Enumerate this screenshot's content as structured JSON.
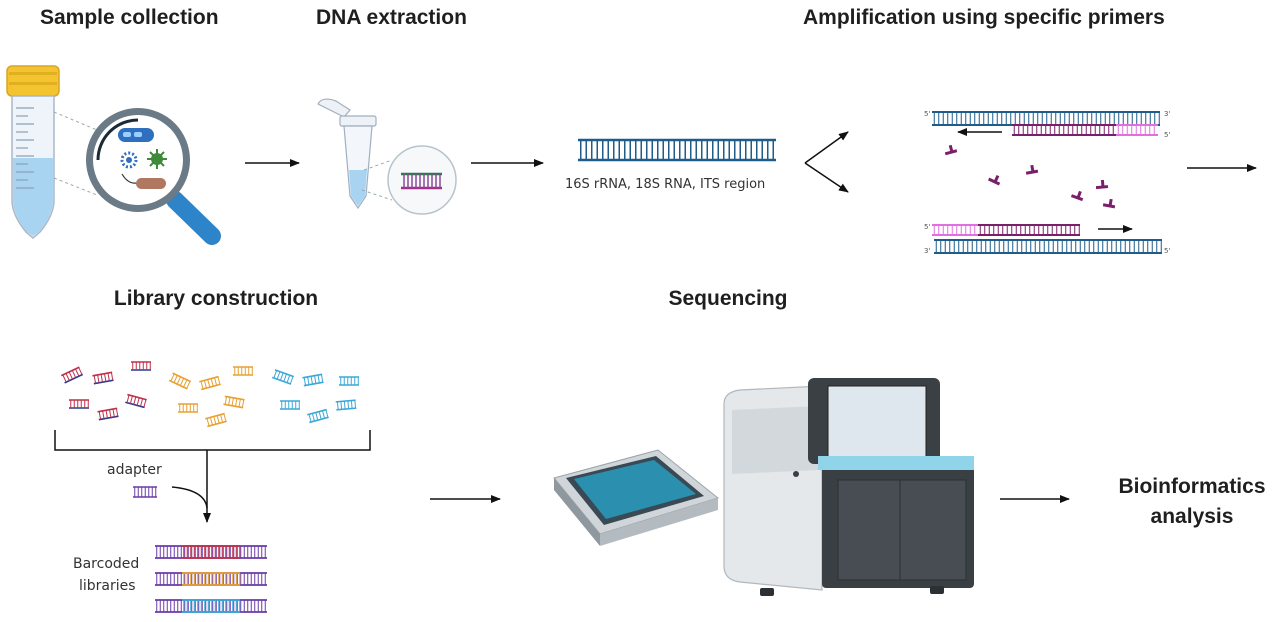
{
  "stages": {
    "sample_collection": "Sample collection",
    "dna_extraction": "DNA extraction",
    "amplification": "Amplification using specific primers",
    "library_construction": "Library construction",
    "sequencing": "Sequencing",
    "bioinformatics_line1": "Bioinformatics",
    "bioinformatics_line2": "analysis"
  },
  "labels": {
    "target_regions": "16S rRNA, 18S RNA,  ITS region",
    "adapter": "adapter",
    "barcoded_line1": "Barcoded",
    "barcoded_line2": "libraries"
  },
  "strand_marks": {
    "five_prime": "5'",
    "three_prime": "3'"
  },
  "colors": {
    "dna_blue": "#1f5c8a",
    "primer_purple": "#7a1f6a",
    "primer_pink": "#e070e0",
    "frag_red": "#c0304a",
    "frag_navy": "#2a3a8c",
    "frag_orange": "#e8a030",
    "frag_cyan": "#3aa8d8",
    "adapter_purple": "#6a3aa8",
    "arrow": "#111111"
  },
  "icons": [
    "falcon-tube-icon",
    "magnifier-icon",
    "microbe-icon",
    "microcentrifuge-tube-icon",
    "dna-strand-icon",
    "primer-icon",
    "dna-fragment-icon",
    "flow-cell-icon",
    "sequencer-icon"
  ]
}
